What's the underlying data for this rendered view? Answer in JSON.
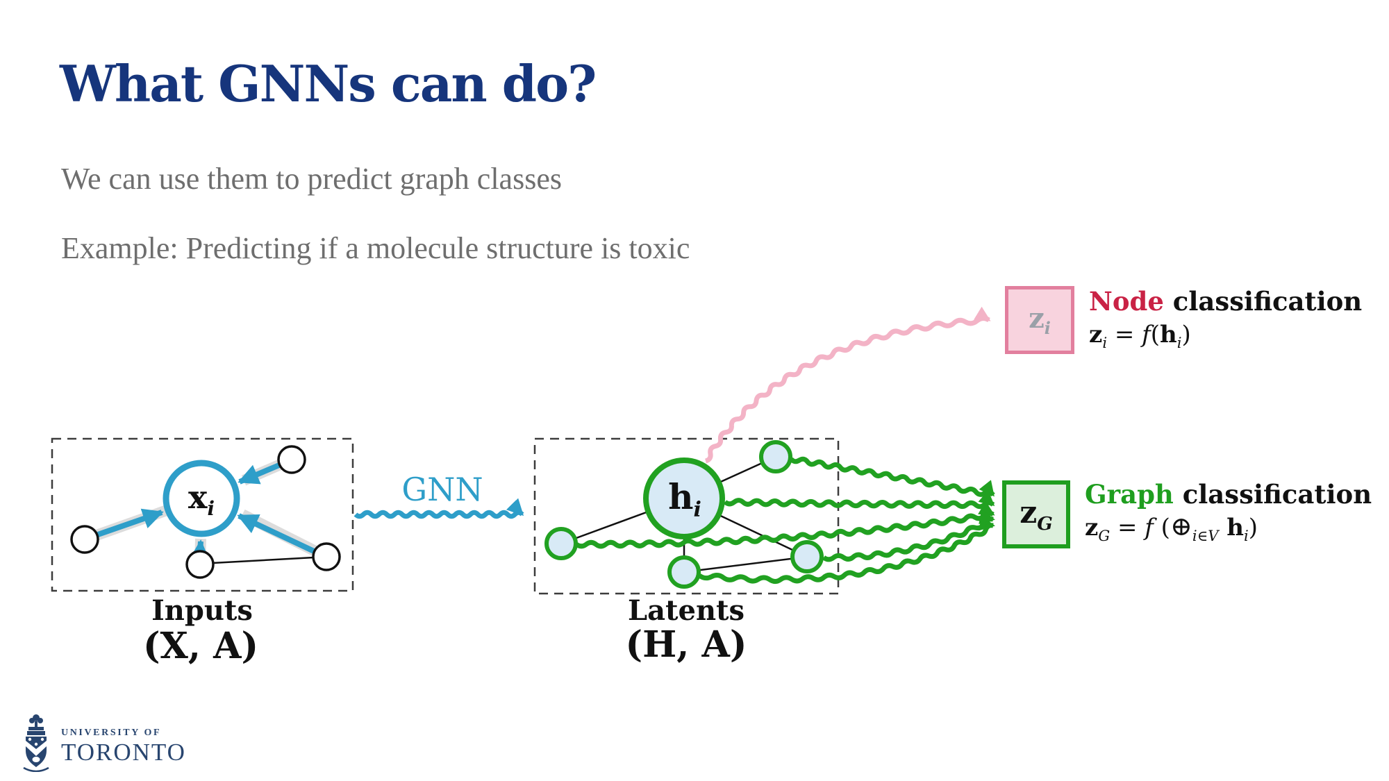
{
  "slide": {
    "title": "What GNNs can do?",
    "body_lines": [
      "We can use them to predict graph classes",
      "Example: Predicting if a molecule structure is toxic"
    ]
  },
  "diagram": {
    "gnn_label": "GNN",
    "inputs": {
      "node_base": "x",
      "node_sub": "i",
      "caption": "Inputs",
      "tuple": "(X, A)"
    },
    "latents": {
      "node_base": "h",
      "node_sub": "i",
      "caption": "Latents",
      "tuple": "(H, A)"
    },
    "node_classification": {
      "box_base": "z",
      "box_sub": "i",
      "heading_accent": "Node",
      "heading_rest": " classification",
      "formula": {
        "var1": "z",
        "sub1": "i",
        "eq": " = ",
        "func": "f",
        "open": "(",
        "var2": "h",
        "sub2": "i",
        "close": ")"
      },
      "accent_color": "#c92245"
    },
    "graph_classification": {
      "box_base": "z",
      "box_sub": "G",
      "heading_accent": "Graph",
      "heading_rest": " classification",
      "formula": {
        "var1": "z",
        "sub1": "G",
        "eq": " = ",
        "func": "f",
        "open": " (",
        "oplus": "⊕",
        "oplus_sub": "i∈V",
        "var2": " h",
        "sub2": "i",
        "close": ")"
      },
      "accent_color": "#1f9e1f"
    },
    "colors": {
      "blue": "#2e9ec9",
      "green": "#21a121",
      "pink_arrow": "#f3b3c6",
      "pink_border": "#e27f9e",
      "pink_fill": "#f8d3de",
      "green_fill": "#dcefdc",
      "node_fill_blue": "#d8eaf6",
      "gray_underlay": "#dcdcdc",
      "navy_title": "#16357c",
      "body_gray": "#6e6e6e"
    }
  },
  "footer": {
    "institution_line1": "UNIVERSITY OF",
    "institution_line2": "TORONTO"
  }
}
